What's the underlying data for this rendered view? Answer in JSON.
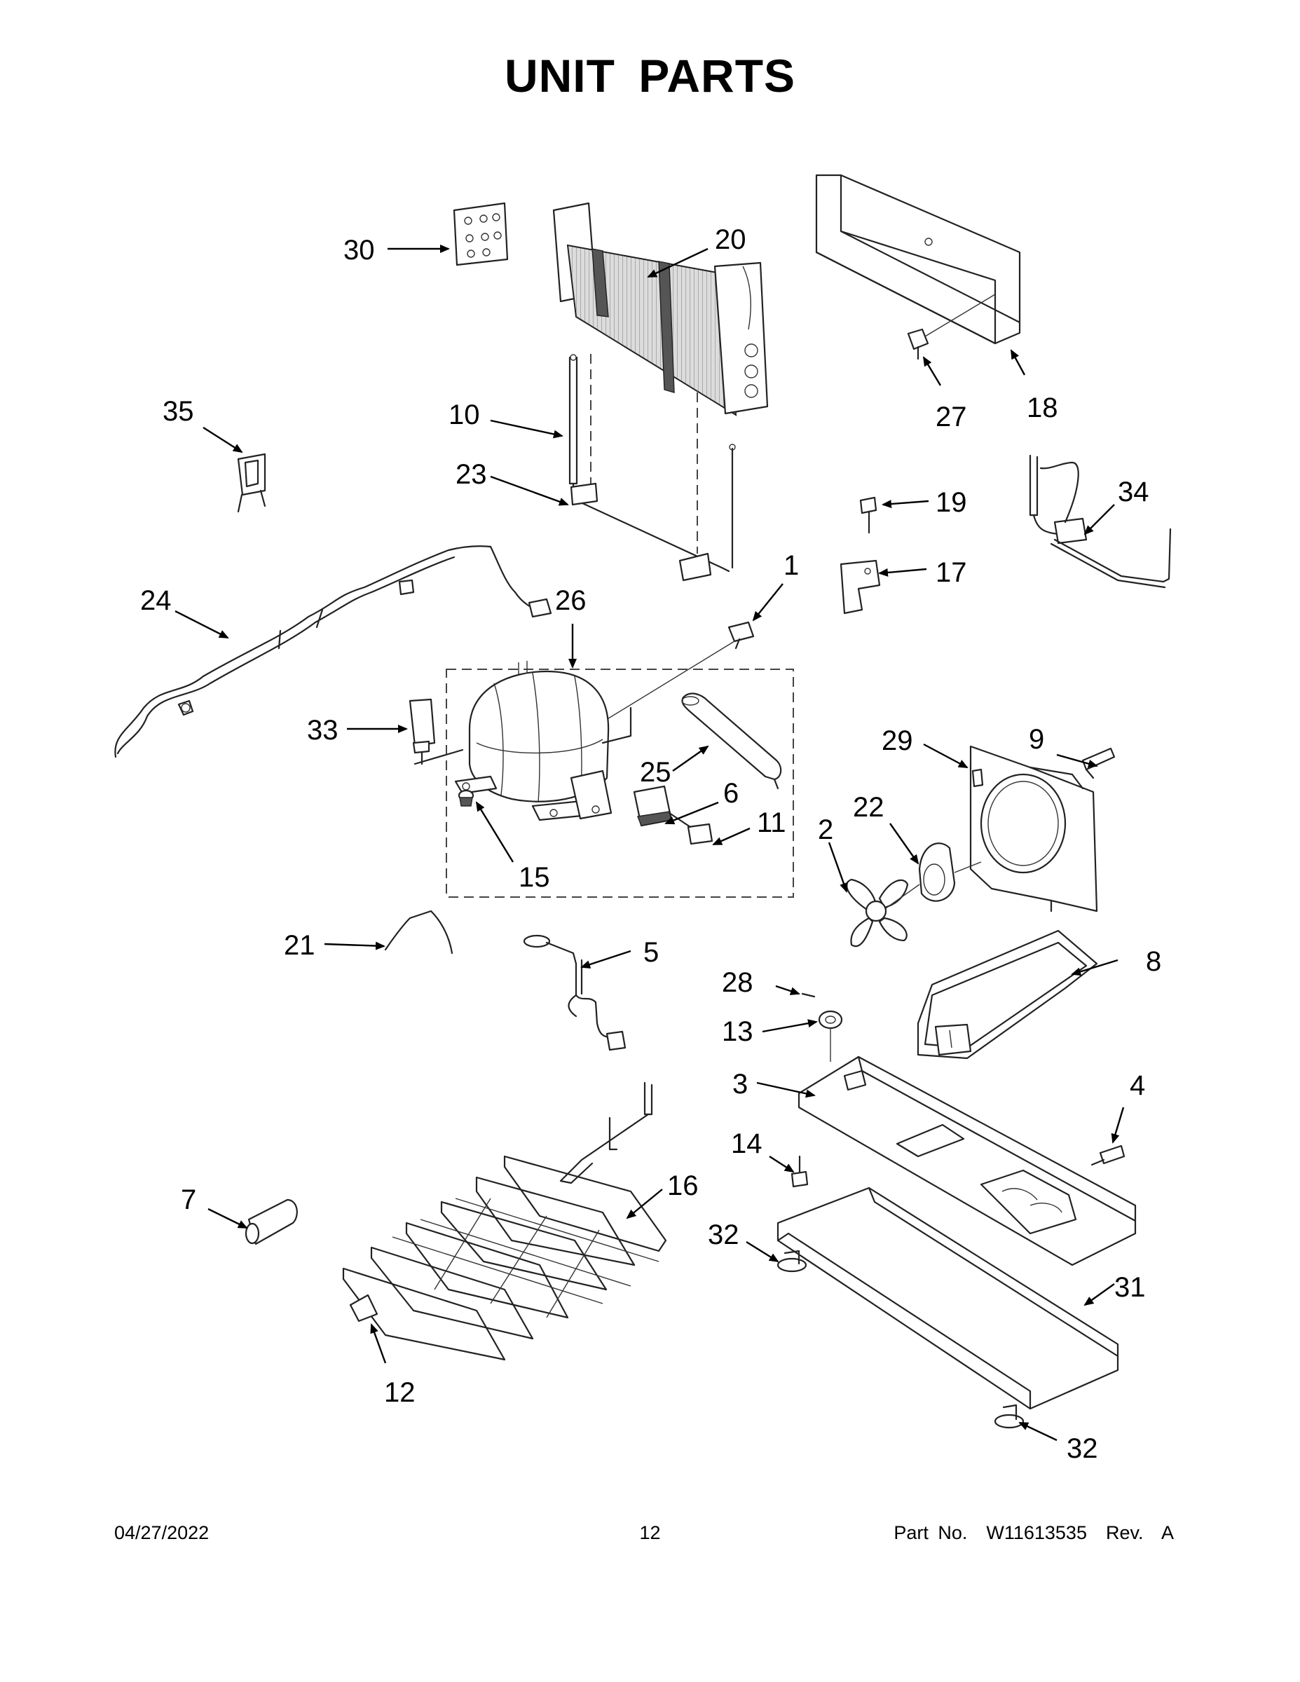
{
  "title": "UNIT PARTS",
  "footer": {
    "date": "04/27/2022",
    "page": "12",
    "part_number": "Part No.  W11613535  Rev.  A"
  },
  "callouts": [
    "1",
    "2",
    "3",
    "4",
    "5",
    "6",
    "7",
    "8",
    "9",
    "10",
    "11",
    "12",
    "13",
    "14",
    "15",
    "16",
    "17",
    "18",
    "19",
    "20",
    "21",
    "22",
    "23",
    "24",
    "25",
    "26",
    "27",
    "28",
    "29",
    "30",
    "31",
    "32",
    "33",
    "34",
    "35"
  ]
}
